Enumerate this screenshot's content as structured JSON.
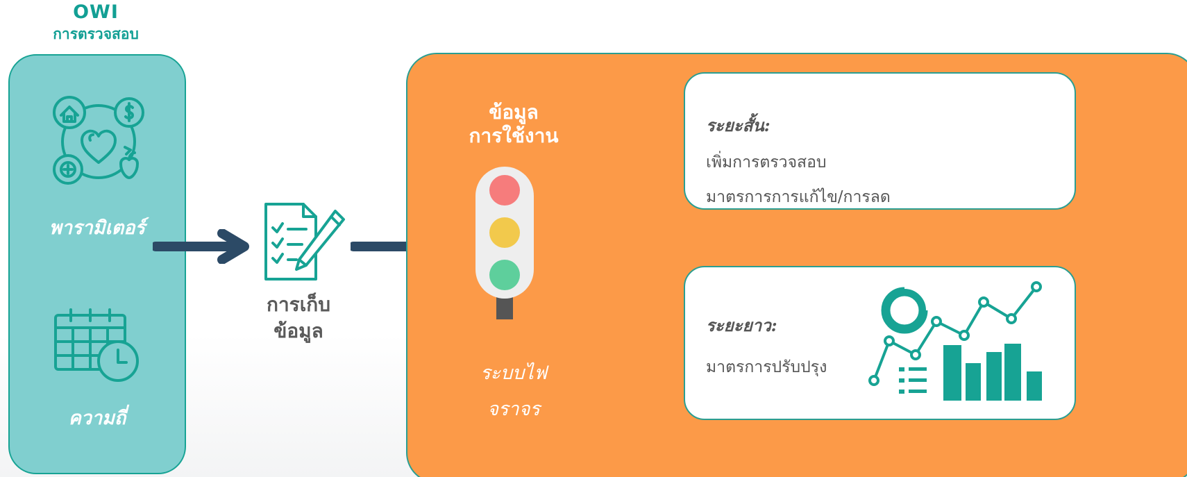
{
  "brand": {
    "title": "OWI",
    "subtitle": "การตรวจสอบ"
  },
  "left_panel": {
    "top_label": "พารามิเตอร์",
    "bottom_label": "ความถี่",
    "top_icon": "wellbeing-cycle-icon",
    "bottom_icon": "calendar-clock-icon"
  },
  "collection": {
    "icon": "checklist-pen-icon",
    "label_line1": "การเก็บ",
    "label_line2": "ข้อมูล"
  },
  "usage": {
    "title_line1": "ข้อมูล",
    "title_line2": "การใช้งาน",
    "icon": "traffic-light-icon",
    "system_line1": "ระบบไฟ",
    "system_line2": "จราจร"
  },
  "short_term": {
    "heading": "ระยะสั้น:",
    "item1": "เพิ่มการตรวจสอบ",
    "item2": "มาตรการการแก้ไข/การลด"
  },
  "long_term": {
    "heading": "ระยะยาว:",
    "item1": "มาตรการปรับปรุง",
    "icon": "analytics-charts-icon"
  },
  "colors": {
    "teal": "#17a394",
    "teal_light": "#80cfcf",
    "orange": "#fc9a48",
    "arrow": "#2c4a66",
    "light_red": "#f67c7c",
    "light_yellow": "#f2c94c",
    "light_green": "#5ecf9c"
  }
}
